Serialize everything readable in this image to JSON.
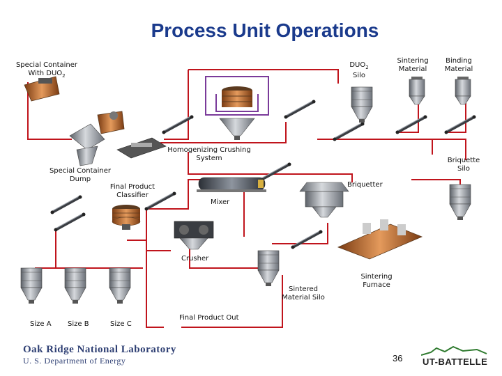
{
  "title": "Process Unit Operations",
  "labels": {
    "special_container_line1": "Special Container",
    "special_container_line2": "With DUO",
    "special_container_sub": "2",
    "duo2_line1": "DUO",
    "duo2_sub": "2",
    "duo2_line2": "Silo",
    "sintering_material_line1": "Sintering",
    "sintering_material_line2": "Material",
    "binding_material_line1": "Binding",
    "binding_material_line2": "Material",
    "homogenizing_line1": "Homogenizing Crushing",
    "homogenizing_line2": "System",
    "briquette_silo_line1": "Briquette",
    "briquette_silo_line2": "Silo",
    "special_container_dump_line1": "Special Container",
    "special_container_dump_line2": "Dump",
    "final_product_classifier_line1": "Final Product",
    "final_product_classifier_line2": "Classifier",
    "briquetter": "Briquetter",
    "mixer": "Mixer",
    "crusher": "Crusher",
    "sintered_material_silo_line1": "Sintered",
    "sintered_material_silo_line2": "Material Silo",
    "sintering_furnace_line1": "Sintering",
    "sintering_furnace_line2": "Furnace",
    "size_a": "Size A",
    "size_b": "Size B",
    "size_c": "Size C",
    "final_product_out": "Final Product Out"
  },
  "footer": {
    "org_line1": "Oak Ridge National Laboratory",
    "org_line2": "U. S. Department of Energy",
    "page_number": "36",
    "partner_logo_text": "UT-BATTELLE"
  },
  "colors": {
    "title": "#1a3a8c",
    "flow_red": "#c0141c",
    "flow_purple": "#7a3a9a",
    "steel": "#8a8f96",
    "copper": "#b5652b"
  }
}
